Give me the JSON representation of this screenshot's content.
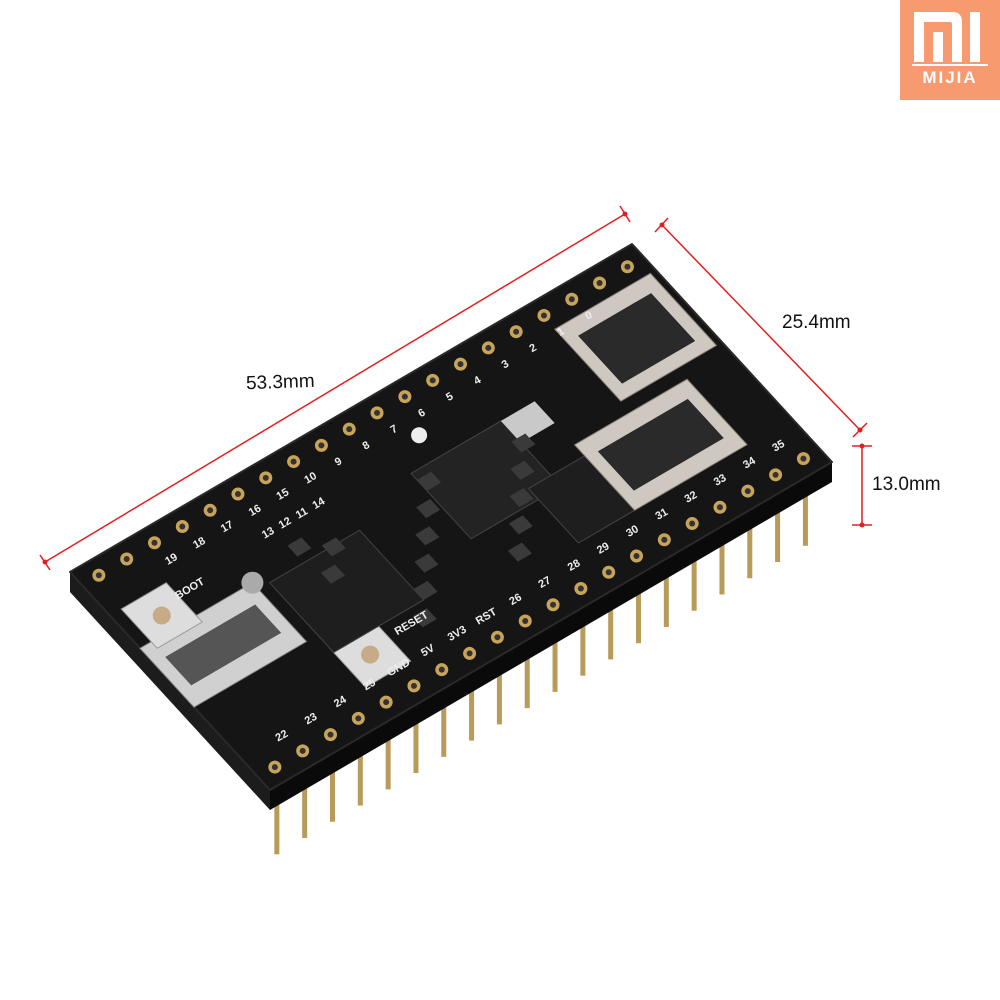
{
  "brand": {
    "logo_text": "MI",
    "logo_subtext": "MIJIA",
    "color": "#f79a70"
  },
  "dimensions": {
    "length": "53.3mm",
    "width": "25.4mm",
    "height": "13.0mm",
    "line_color": "#e02020"
  },
  "board": {
    "color": "#151515",
    "pad_color": "#c8a45a",
    "top_row_labels": [
      "19",
      "18",
      "17",
      "16",
      "15",
      "10",
      "9",
      "8",
      "7",
      "6",
      "5",
      "4",
      "3",
      "2",
      "1",
      "0"
    ],
    "bottom_row_labels": [
      "22",
      "23",
      "24",
      "25",
      "GND",
      "5V",
      "3V3",
      "RST",
      "26",
      "27",
      "28",
      "29",
      "30",
      "31",
      "32",
      "33",
      "34",
      "35"
    ],
    "inner_labels": [
      "13",
      "12",
      "11",
      "14"
    ],
    "button_labels": [
      "BOOT",
      "RESET"
    ]
  }
}
